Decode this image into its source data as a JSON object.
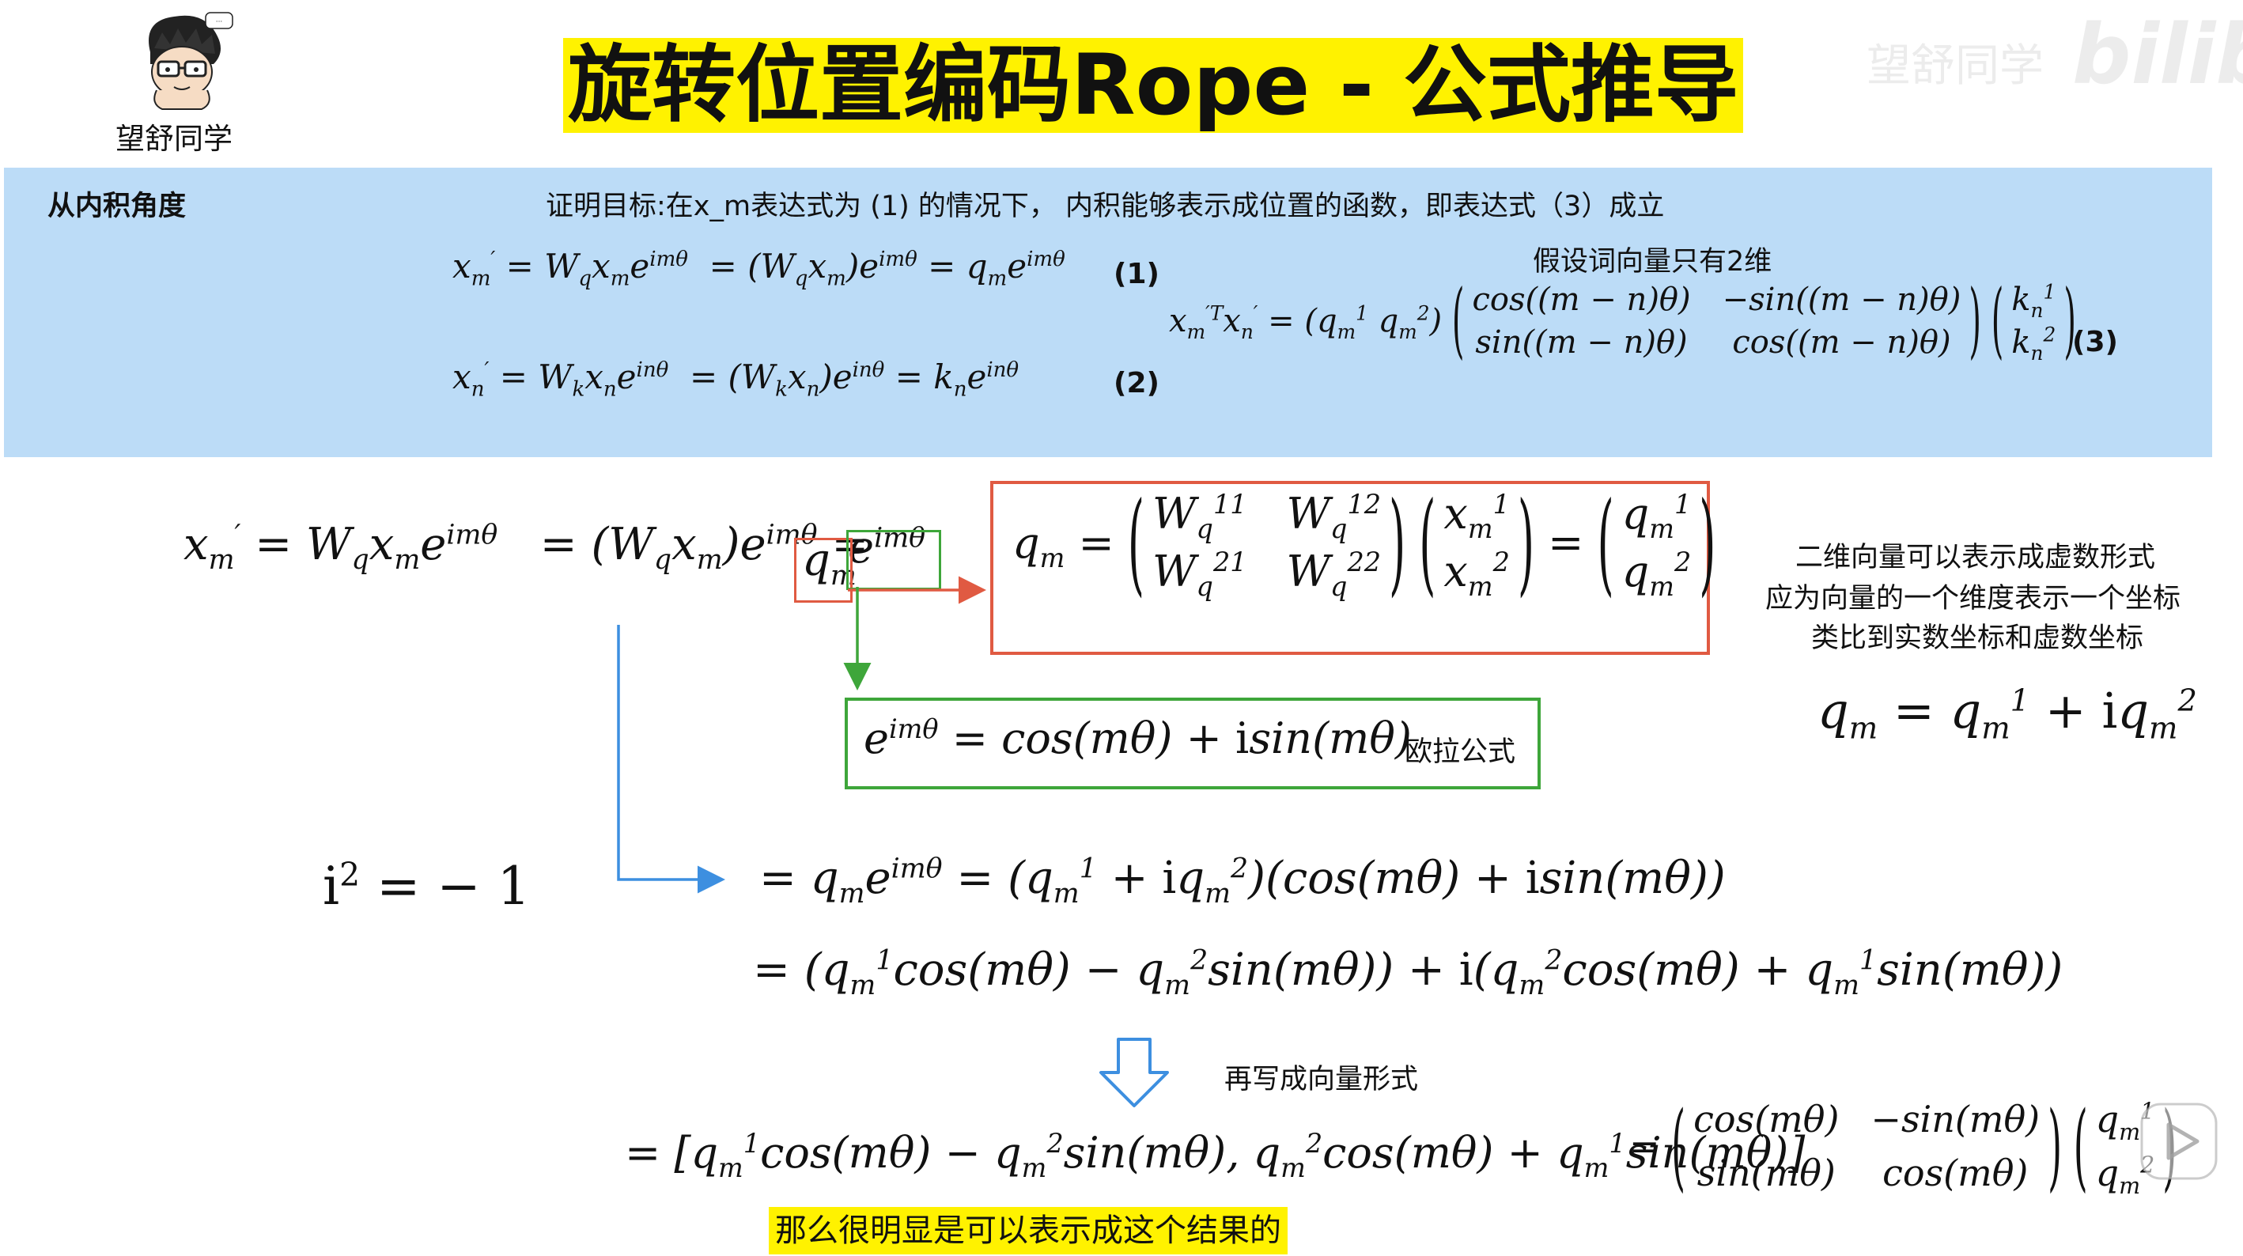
{
  "header": {
    "avatar_name": "望舒同学",
    "title": "旋转位置编码Rope - 公式推导",
    "watermark_text": "望舒同学",
    "watermark_logo": "bilibili"
  },
  "proof_panel": {
    "section_label": "从内积角度",
    "goal": "证明目标:在x_m表达式为 (1) 的情况下， 内积能够表示成位置的函数，即表达式（3）成立",
    "assumption": "假设词向量只有2维",
    "eq_num_1": "(1)",
    "eq_num_2": "(2)",
    "eq_num_3": "(3)"
  },
  "notes": {
    "complex_note_1": "二维向量可以表示成虚数形式",
    "complex_note_2": "应为向量的一个维度表示一个坐标",
    "complex_note_3": "类比到实数坐标和虚数坐标",
    "euler_label": "欧拉公式",
    "rewrite_label": "再写成向量形式",
    "conclusion": "那么很明显是可以表示成这个结果的"
  },
  "colors": {
    "panel_bg": "#bcdcf7",
    "title_highlight": "#fff200",
    "red_box": "#e05a42",
    "green_box": "#3ea63a",
    "blue_arrow": "#3d8fe0"
  },
  "icons": {
    "avatar": "cartoon-avatar-icon",
    "down_arrow": "hollow-down-arrow-icon",
    "play": "play-button-icon"
  }
}
